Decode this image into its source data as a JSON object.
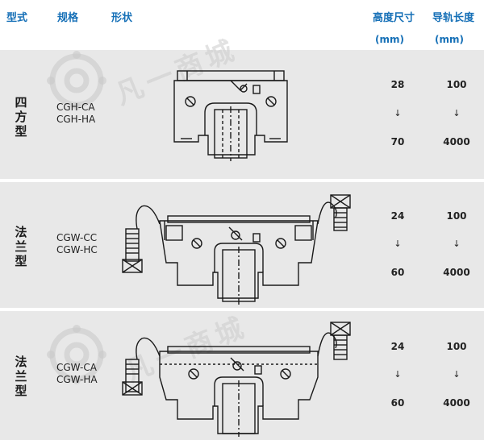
{
  "header": {
    "type_label": "型式",
    "spec_label": "规格",
    "shape_label": "形状",
    "height_label": "高度尺寸",
    "height_unit": "(mm)",
    "rail_label": "导轨长度",
    "rail_unit": "(mm)"
  },
  "watermark": {
    "text": "凡一商城"
  },
  "rows": [
    {
      "type_chars": [
        "四",
        "方",
        "型"
      ],
      "specs": [
        "CGH-CA",
        "CGH-HA"
      ],
      "height": {
        "from": "28",
        "arrow": "↓",
        "to": "70"
      },
      "rail": {
        "from": "100",
        "arrow": "↓",
        "to": "4000"
      }
    },
    {
      "type_chars": [
        "法",
        "兰",
        "型"
      ],
      "specs": [
        "CGW-CC",
        "CGW-HC"
      ],
      "height": {
        "from": "24",
        "arrow": "↓",
        "to": "60"
      },
      "rail": {
        "from": "100",
        "arrow": "↓",
        "to": "4000"
      }
    },
    {
      "type_chars": [
        "法",
        "兰",
        "型"
      ],
      "specs": [
        "CGW-CA",
        "CGW-HA"
      ],
      "height": {
        "from": "24",
        "arrow": "↓",
        "to": "60"
      },
      "rail": {
        "from": "100",
        "arrow": "↓",
        "to": "4000"
      }
    }
  ],
  "colors": {
    "header_text": "#1670b7",
    "row_bg": "#e8e8e8",
    "separator": "#ffffff",
    "line_art": "#1a1a1a"
  }
}
